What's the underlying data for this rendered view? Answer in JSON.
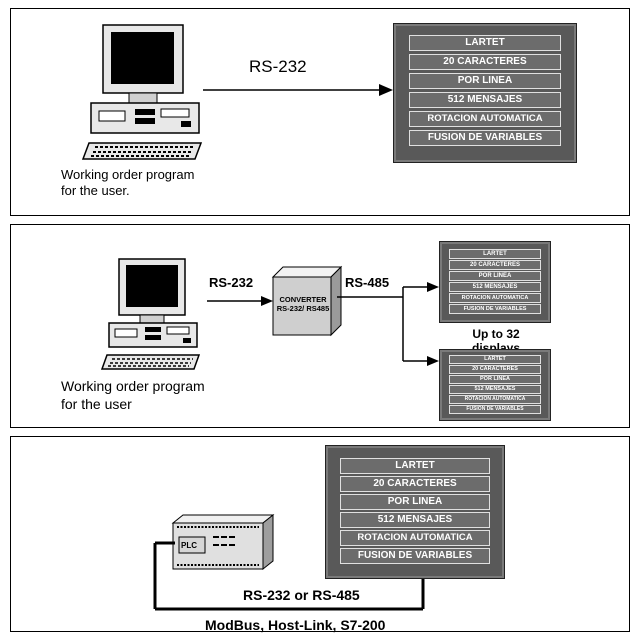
{
  "panel1": {
    "link_label": "RS-232",
    "caption": [
      "Working order program",
      "for the user."
    ],
    "display_rows": [
      "LARTET",
      "20 CARACTERES",
      "POR LINEA",
      "512 MENSAJES",
      "ROTACION AUTOMATICA",
      "FUSION DE VARIABLES"
    ]
  },
  "panel2": {
    "link1_label": "RS-232",
    "link2_label": "RS-485",
    "converter": [
      "CONVERTER",
      "RS-232/ RS485"
    ],
    "count_label": [
      "Up to 32",
      "displays"
    ],
    "caption": [
      "Working order program",
      "for the user"
    ],
    "display_rows": [
      "LARTET",
      "20 CARACTERES",
      "POR LINEA",
      "512 MENSAJES",
      "ROTACION AUTOMATICA",
      "FUSION DE VARIABLES"
    ]
  },
  "panel3": {
    "plc_label": "PLC",
    "link_label": "RS-232 or RS-485",
    "protocols": "ModBus, Host-Link, S7-200",
    "display_rows": [
      "LARTET",
      "20 CARACTERES",
      "POR LINEA",
      "512 MENSAJES",
      "ROTACION AUTOMATICA",
      "FUSION DE VARIABLES"
    ]
  }
}
